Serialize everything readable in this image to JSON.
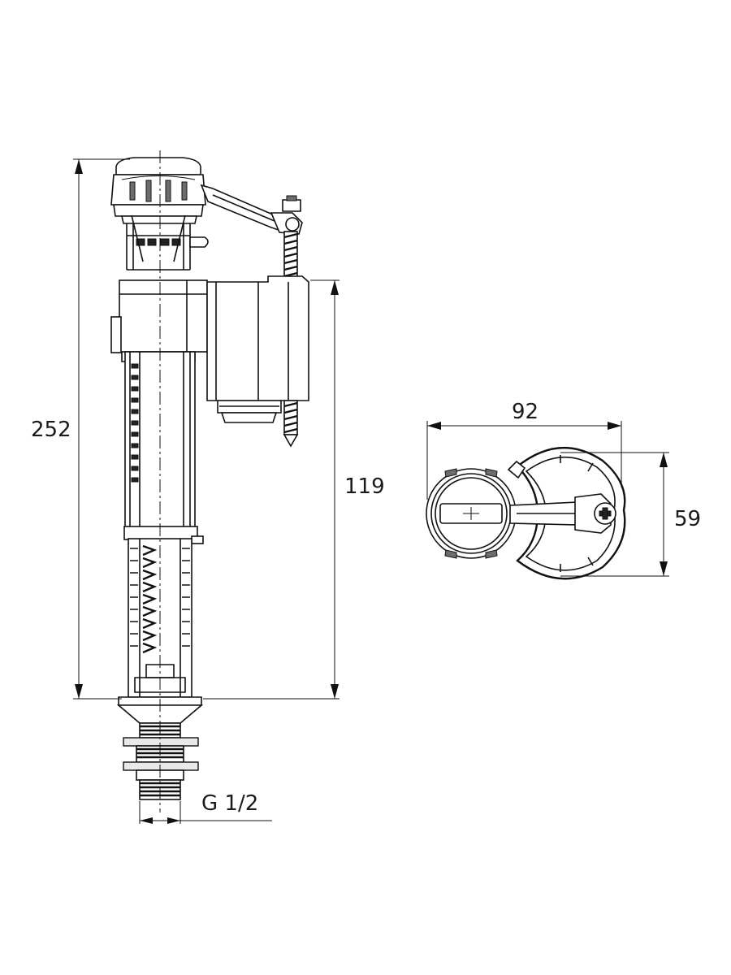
{
  "dimensions": {
    "total_height": "252",
    "float_height": "119",
    "top_view_width": "92",
    "top_view_depth": "59",
    "thread": "G 1/2"
  }
}
